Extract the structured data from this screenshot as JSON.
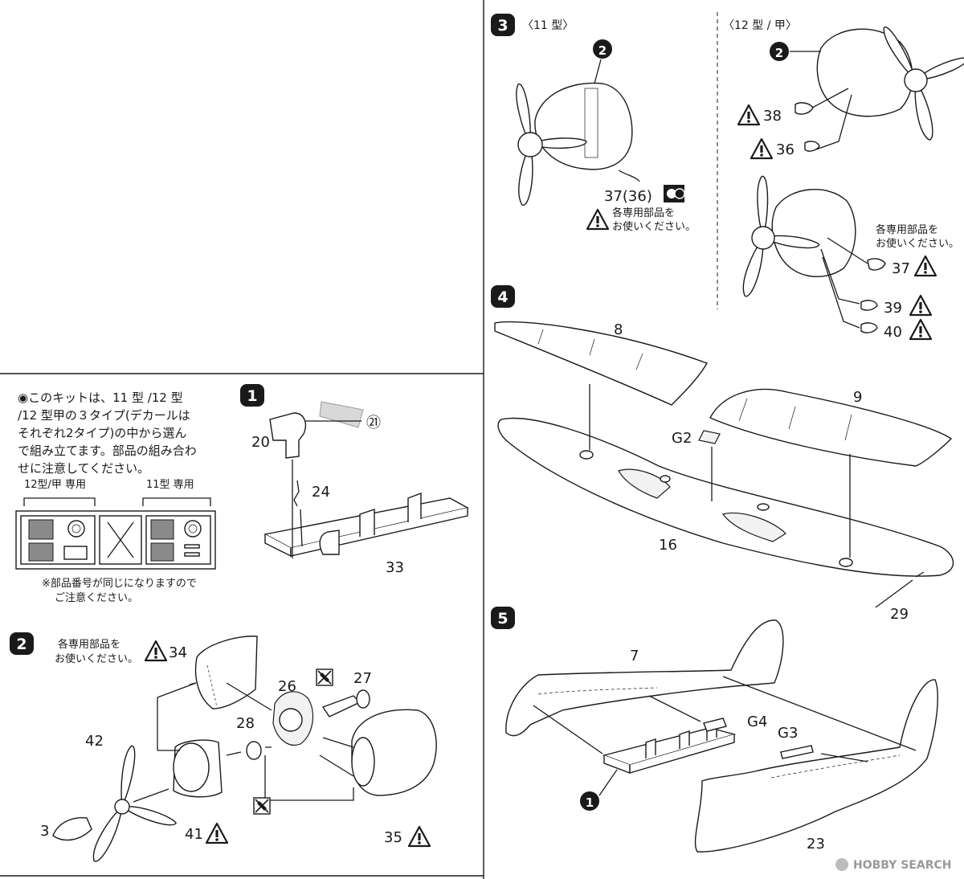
{
  "intro": {
    "lines": [
      "◉このキットは、11 型 /12 型",
      "/12 型甲の３タイプ(デカールは",
      "それぞれ2タイプ)の中から選ん",
      "で組み立てます。部品の組み合わ",
      "せに注意してください。"
    ],
    "runner_label_left": "12型/甲 専用",
    "runner_label_right": "11型 専用",
    "note_lines": [
      "※部品番号が同じになりますので",
      "ご注意ください。"
    ]
  },
  "steps": {
    "step1": {
      "number": "1",
      "parts": {
        "p20": "20",
        "p21": "㉑",
        "p24": "24",
        "p33": "33"
      }
    },
    "step2": {
      "number": "2",
      "note_lines": [
        "各専用部品を",
        "お使いください。"
      ],
      "parts": {
        "p34": "34",
        "p26": "26",
        "p27": "27",
        "p28": "28",
        "p42": "42",
        "p3": "3",
        "p41": "41",
        "p35": "35"
      }
    },
    "step3": {
      "number": "3",
      "variant_left": "〈11 型〉",
      "variant_right": "〈12 型 / 甲〉",
      "note_lines": [
        "各専用部品を",
        "お使いください。"
      ],
      "parts": {
        "p2a": "2",
        "p2b": "2",
        "p37_36": "37(36)",
        "p38": "38",
        "p36": "36",
        "p37": "37",
        "p39": "39",
        "p40": "40"
      }
    },
    "step4": {
      "number": "4",
      "parts": {
        "p8": "8",
        "p9": "9",
        "pG2": "G2",
        "p16": "16",
        "p29": "29"
      }
    },
    "step5": {
      "number": "5",
      "parts": {
        "p7": "7",
        "pG4": "G4",
        "pG3": "G3",
        "p1": "1",
        "p23": "23"
      }
    }
  },
  "watermark": "HOBBY SEARCH",
  "colors": {
    "ink": "#1a1a1a",
    "badge": "#1a1a1a",
    "paper": "#ffffff",
    "watermark": "#9a9a9a"
  },
  "icons": [
    "warning-triangle-icon",
    "paint-mark-icon",
    "cut-mark-icon"
  ]
}
